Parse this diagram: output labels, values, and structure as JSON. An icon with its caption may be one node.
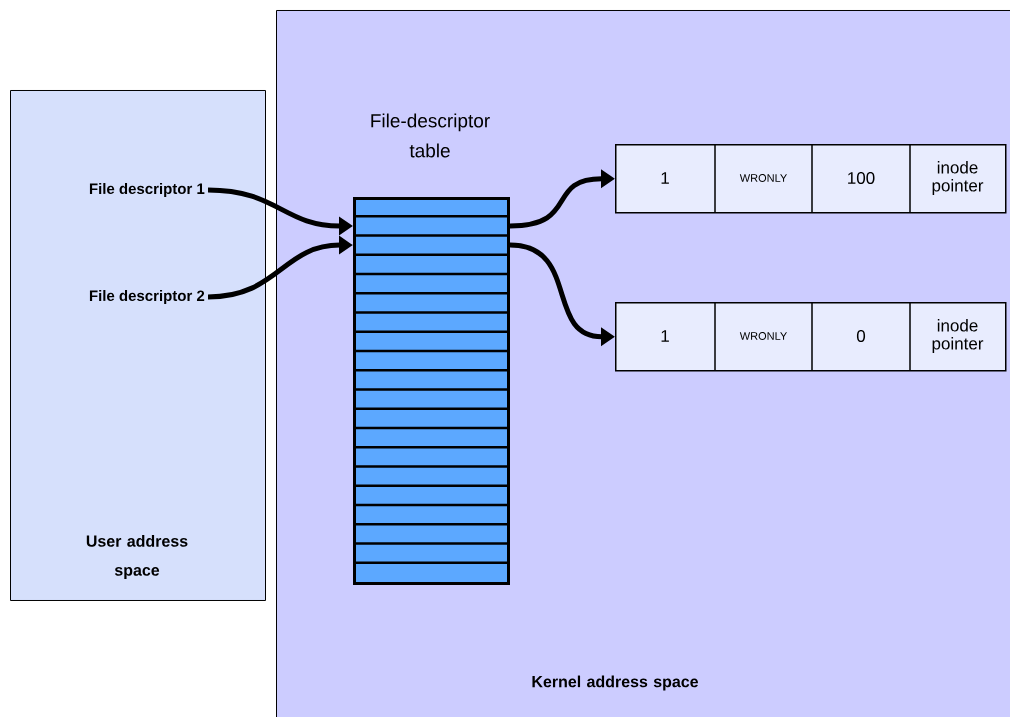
{
  "diagram": {
    "nodes": [
      {
        "text": [
          "User address space"
        ]
      },
      {
        "text": [
          "Kernel address space"
        ]
      },
      {
        "text": [
          "File descriptor 1"
        ],
        "in": 0
      },
      {
        "text": [
          "File descriptor 2"
        ],
        "in": 0
      },
      {
        "text": [
          "File-descriptor table"
        ],
        "in": 1
      },
      {
        "text": [
          "1",
          "WRONLY",
          "100",
          "inode pointer"
        ],
        "in": 1
      },
      {
        "text": [
          "1",
          "WRONLY",
          "0",
          "inode pointer"
        ],
        "in": 1
      }
    ],
    "edges": [
      {
        "from": 2,
        "to": 4,
        "arrow": "to"
      },
      {
        "from": 3,
        "to": 4,
        "arrow": "to"
      },
      {
        "from": 4,
        "to": 5,
        "arrow": "to"
      },
      {
        "from": 4,
        "to": 6,
        "arrow": "to"
      }
    ]
  }
}
